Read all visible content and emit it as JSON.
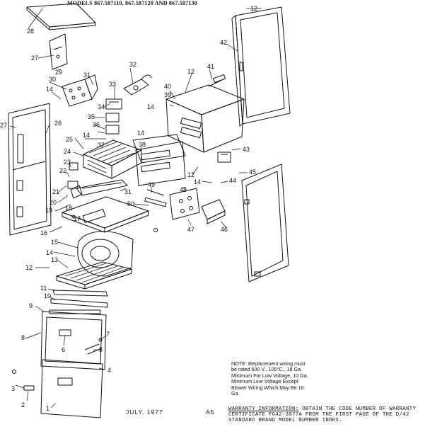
{
  "header": {
    "models": "MODELS 867.587110, 867.587120 AND 867.587130"
  },
  "callouts": [
    {
      "id": "c12a",
      "label": "12"
    },
    {
      "id": "c28",
      "label": "28"
    },
    {
      "id": "c42",
      "label": "42"
    },
    {
      "id": "c27a",
      "label": "27"
    },
    {
      "id": "c29",
      "label": "29"
    },
    {
      "id": "c32",
      "label": "32"
    },
    {
      "id": "c41",
      "label": "41"
    },
    {
      "id": "c12b",
      "label": "12"
    },
    {
      "id": "c30",
      "label": "30"
    },
    {
      "id": "c31a",
      "label": "31"
    },
    {
      "id": "c14a",
      "label": "14"
    },
    {
      "id": "c33",
      "label": "33"
    },
    {
      "id": "c40",
      "label": "40"
    },
    {
      "id": "c39",
      "label": "39"
    },
    {
      "id": "c34",
      "label": "34"
    },
    {
      "id": "c14b",
      "label": "14"
    },
    {
      "id": "c27b",
      "label": "27"
    },
    {
      "id": "c26",
      "label": "26"
    },
    {
      "id": "c35",
      "label": "35"
    },
    {
      "id": "c36",
      "label": "36"
    },
    {
      "id": "c14c",
      "label": "14"
    },
    {
      "id": "c25",
      "label": "25"
    },
    {
      "id": "c14d",
      "label": "14"
    },
    {
      "id": "c37",
      "label": "37"
    },
    {
      "id": "c38",
      "label": "38"
    },
    {
      "id": "c24",
      "label": "24"
    },
    {
      "id": "c43",
      "label": "43"
    },
    {
      "id": "c23",
      "label": "23"
    },
    {
      "id": "c22",
      "label": "22"
    },
    {
      "id": "c12c",
      "label": "12"
    },
    {
      "id": "c45",
      "label": "45"
    },
    {
      "id": "c14e",
      "label": "14"
    },
    {
      "id": "c44",
      "label": "44"
    },
    {
      "id": "c48",
      "label": "48"
    },
    {
      "id": "c21",
      "label": "21"
    },
    {
      "id": "c31b",
      "label": "31"
    },
    {
      "id": "c49",
      "label": "49"
    },
    {
      "id": "c20",
      "label": "20"
    },
    {
      "id": "c18",
      "label": "18"
    },
    {
      "id": "c50",
      "label": "50"
    },
    {
      "id": "c19",
      "label": "19"
    },
    {
      "id": "c17",
      "label": "17"
    },
    {
      "id": "c47",
      "label": "47"
    },
    {
      "id": "c46",
      "label": "46"
    },
    {
      "id": "c16",
      "label": "16"
    },
    {
      "id": "c15",
      "label": "15"
    },
    {
      "id": "c14f",
      "label": "14"
    },
    {
      "id": "c13",
      "label": "13"
    },
    {
      "id": "c12d",
      "label": "12"
    },
    {
      "id": "c11",
      "label": "11"
    },
    {
      "id": "c10",
      "label": "10"
    },
    {
      "id": "c9",
      "label": "9"
    },
    {
      "id": "c8",
      "label": "8"
    },
    {
      "id": "c7",
      "label": "7"
    },
    {
      "id": "c6",
      "label": "6"
    },
    {
      "id": "c5",
      "label": "5"
    },
    {
      "id": "c4",
      "label": "4"
    },
    {
      "id": "c3",
      "label": "3"
    },
    {
      "id": "c2",
      "label": "2"
    },
    {
      "id": "c1",
      "label": "1"
    }
  ],
  "note": "NOTE: Replacement wiring must be rated 600 V., 105°C., 18 Ga. Minimum For Low Voltage, 10 Ga. Minimum Line Voltage Except Blower Wiring Which May Be 16 Ga.",
  "footer": {
    "date": "JULY, 1977",
    "page_code": "A5"
  },
  "warranty": {
    "title": "WARRANTY INFORMATION:",
    "body": "OBTAIN THE CODE NUMBER OF WARRANTY CERTIFICATE F642-3077A FROM THE FIRST PAGE OF THE D/42 STANDARD BRAND MODEL NUMBER INDEX."
  }
}
